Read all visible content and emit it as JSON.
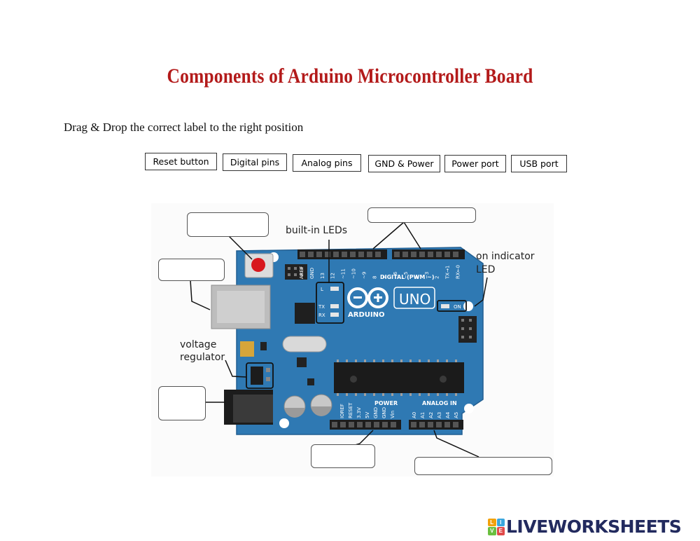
{
  "title": "Components of Arduino Microcontroller Board",
  "instruction": "Drag & Drop the correct label to the right position",
  "labels": [
    "Reset button",
    "Digital pins",
    "Analog pins",
    "GND & Power",
    "Power port",
    "USB port"
  ],
  "diagram": {
    "builtin_leds": "built-in LEDs",
    "on_indicator_line1": "on indicator",
    "on_indicator_line2": "LED",
    "voltage_line1": "voltage",
    "voltage_line2": "regulator",
    "board_digital": "DIGITAL (PWM ~)",
    "board_power": "POWER",
    "board_analog": "ANALOG IN",
    "board_arduino": "ARDUINO",
    "board_uno": "UNO",
    "led_L": "L",
    "led_TX": "TX",
    "led_RX": "RX",
    "led_ON": "ON",
    "digital_pin_labels": [
      "AREF",
      "GND",
      "13",
      "12",
      "~11",
      "~10",
      "~9",
      "8",
      "7",
      "~6",
      "~5",
      "4",
      "~3",
      "2",
      "TX→1",
      "RX←0"
    ],
    "power_pin_labels": [
      "IOREF",
      "RESET",
      "3.3V",
      "5V",
      "GND",
      "GND",
      "Vin"
    ],
    "analog_pin_labels": [
      "A0",
      "A1",
      "A2",
      "A3",
      "A4",
      "A5"
    ]
  },
  "brand": {
    "text": "LIVEWORKSHEETS",
    "logo_letters": [
      "L",
      "I",
      "V",
      "E"
    ]
  },
  "colors": {
    "title": "#b31a1a",
    "board": "#2f79b3",
    "brand": "#222a5e"
  }
}
